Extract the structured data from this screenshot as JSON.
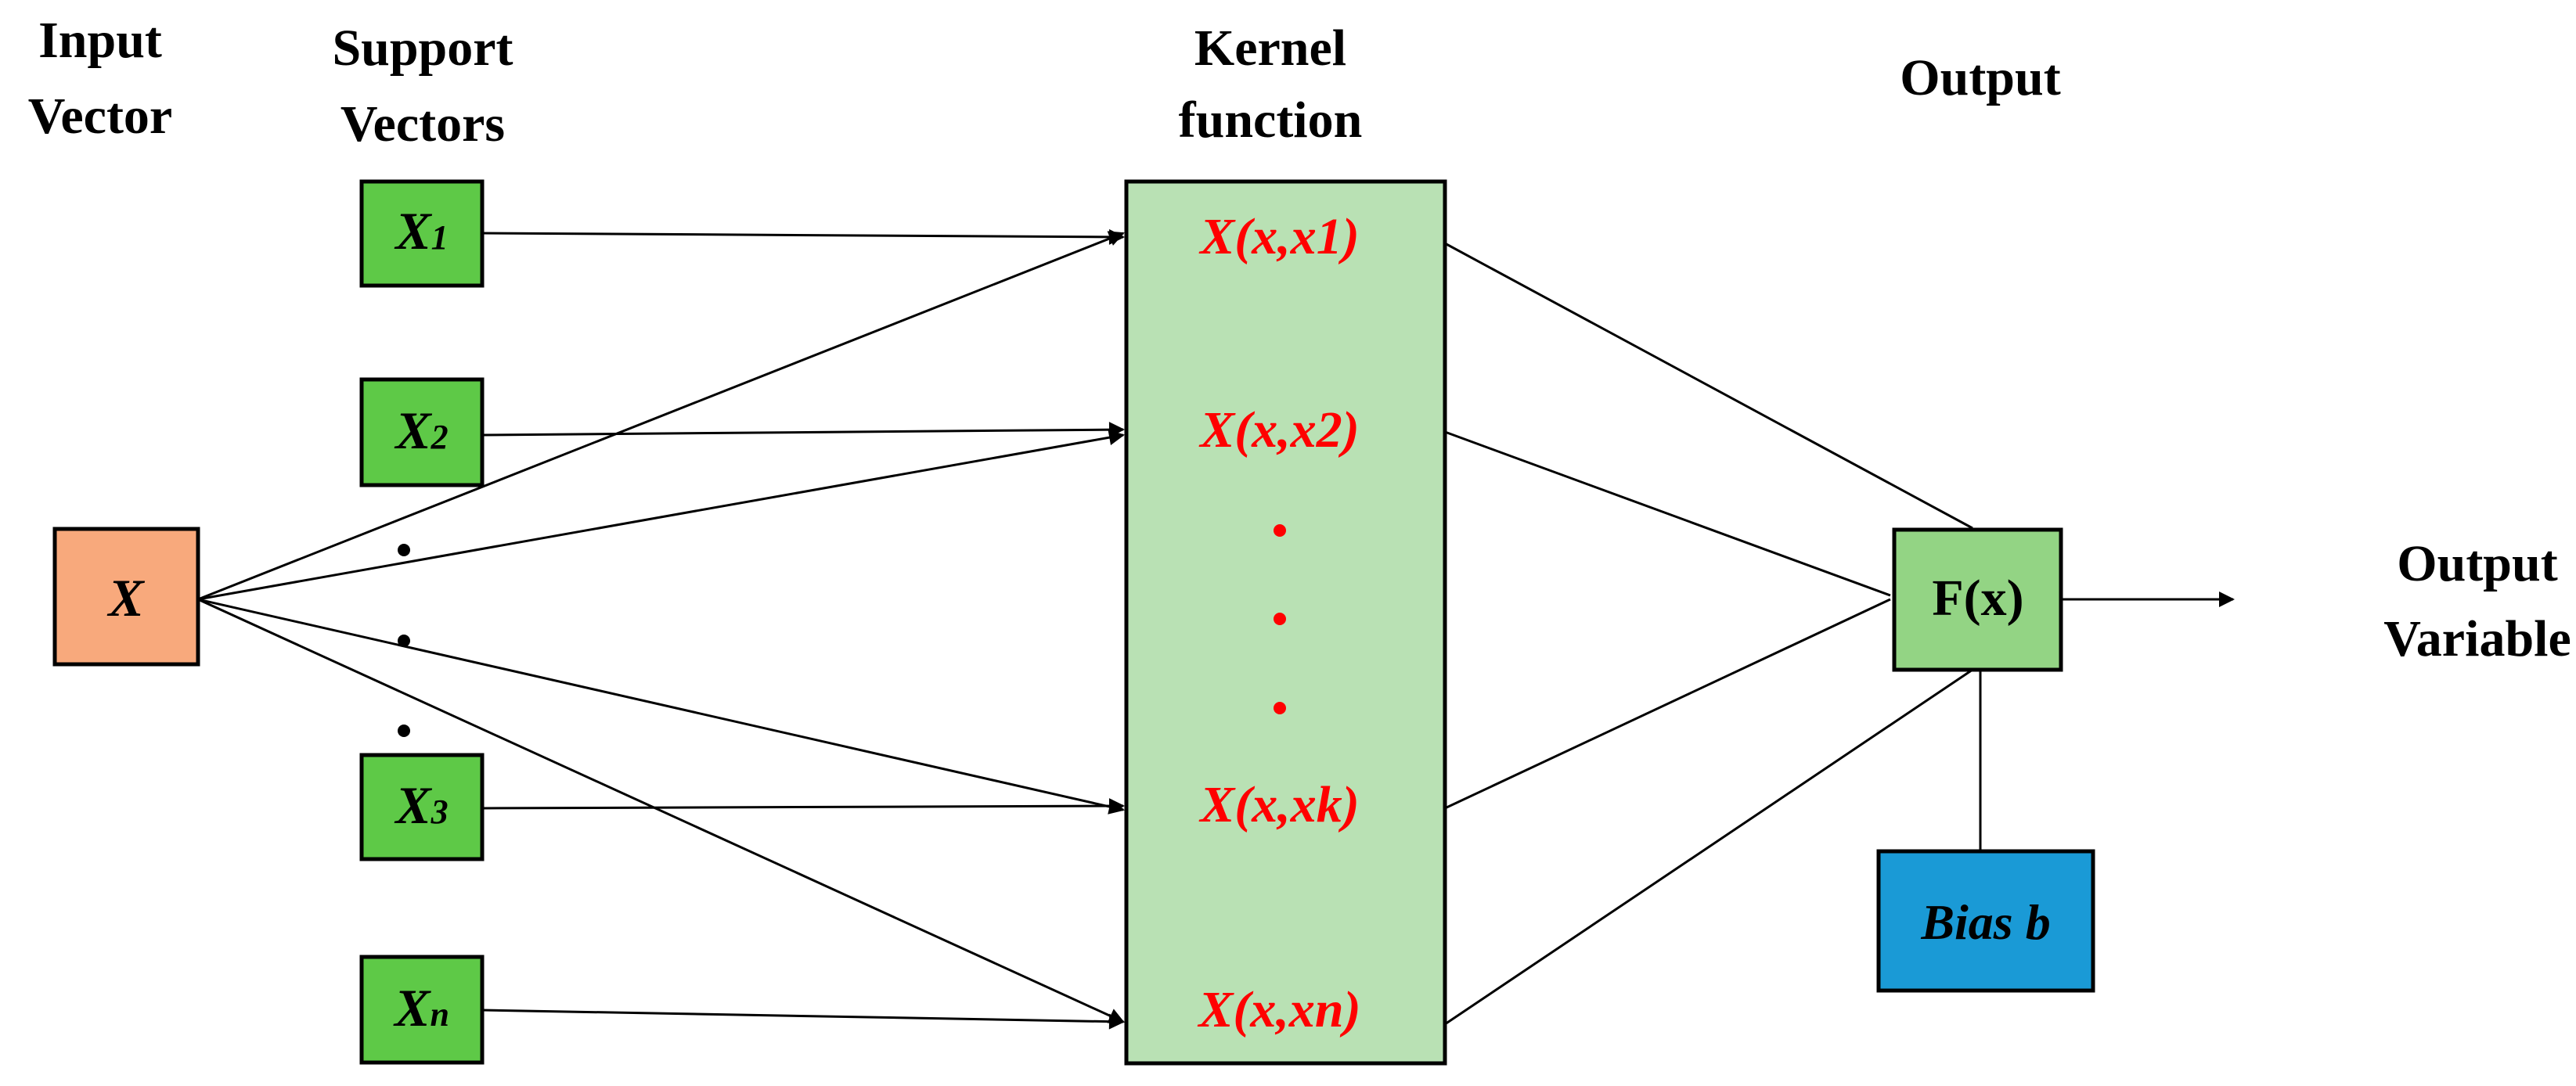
{
  "headers": {
    "input_line1": "Input",
    "input_line2": "Vector",
    "support_line1": "Support",
    "support_line2": "Vectors",
    "kernel_line1": "Kernel",
    "kernel_line2": "function",
    "output": "Output",
    "output_var_line1": "Output",
    "output_var_line2": "Variable"
  },
  "input_box": {
    "label": "X"
  },
  "support_vectors": [
    {
      "base": "X",
      "sub": "1"
    },
    {
      "base": "X",
      "sub": "2"
    },
    {
      "base": "X",
      "sub": "3"
    },
    {
      "base": "X",
      "sub": "n"
    }
  ],
  "kernel_entries": [
    "X(x,x1)",
    "X(x,x2)",
    "X(x,xk)",
    "X(x,xn)"
  ],
  "output_box": {
    "label": "F(x)"
  },
  "bias_box": {
    "label": "Bias b"
  },
  "colors": {
    "input_fill": "#f8a97c",
    "support_fill": "#5ec947",
    "kernel_fill": "#b9e1b4",
    "output_fill": "#93d484",
    "bias_fill": "#1a9ad6",
    "kernel_text": "#ff0000",
    "line": "#000000"
  }
}
